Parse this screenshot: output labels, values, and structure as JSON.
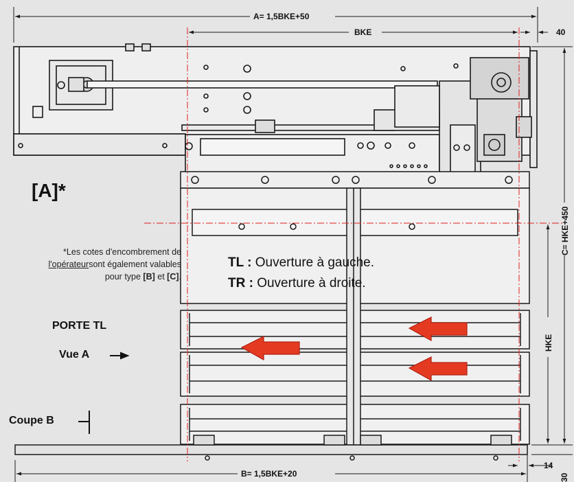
{
  "dimensions": {
    "a": "A= 1,5BKE+50",
    "bke": "BKE",
    "d40": "40",
    "c": "C= HKE+450",
    "hke": "HKE",
    "b": "B= 1,5BKE+20",
    "d14": "14",
    "d30": "30"
  },
  "view_label": "[A]*",
  "note": {
    "asterisk": "*",
    "line1": "Les cotes d'encombrement de",
    "underlined": "l'opérateur",
    "line2_rest": "sont également valables",
    "line3_prefix": "pour type ",
    "type_b": "[B]",
    "and": " et ",
    "type_c": "[C]",
    "end": "."
  },
  "legend": {
    "tl_code": "TL :",
    "tl_text": " Ouverture à gauche.",
    "tr_code": "TR :",
    "tr_text": " Ouverture à droite."
  },
  "door_label": "PORTE TL",
  "view_a": "Vue A",
  "section_b": "Coupe B",
  "colors": {
    "background": "#e5e5e5",
    "line": "#1a1a1a",
    "centerline": "#e02020",
    "arrow_fill": "#e53a22",
    "arrow_stroke": "#b02010"
  }
}
